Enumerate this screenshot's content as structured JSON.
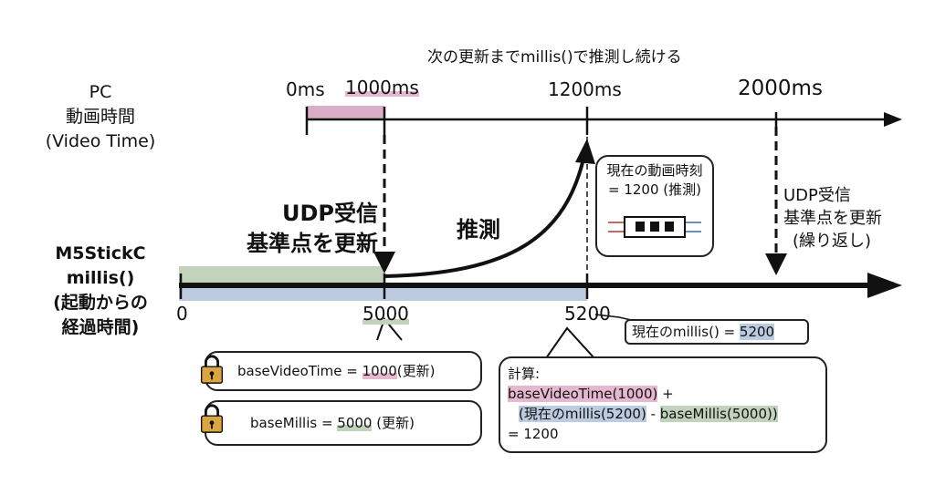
{
  "title": "次の更新までmillis()で推測し続ける",
  "pc_label": {
    "line1": "PC",
    "line2": "動画時間",
    "line3": "(Video Time)"
  },
  "m5_label": {
    "line1": "M5StickC",
    "line2": "millis()",
    "line3": "(起動からの",
    "line4": "経過時間)"
  },
  "pc_ticks": [
    "0ms",
    "1000ms",
    "1200ms",
    "2000ms"
  ],
  "m5_ticks": [
    "0",
    "5000",
    "5200"
  ],
  "udp_main": {
    "line1": "UDP受信",
    "line2": "基準点を更新"
  },
  "estimate_label": "推測",
  "current_box": {
    "line1": "現在の動画時刻",
    "line2": "= 1200 (推測)"
  },
  "udp_repeat": {
    "line1": "UDP受信",
    "line2": "基準点を更新",
    "line3": "(繰り返し)"
  },
  "millis_box": {
    "prefix": "現在のmillis() = ",
    "value": "5200"
  },
  "base_video": {
    "prefix": "baseVideoTime = ",
    "value": "1000",
    "suffix": "(更新)"
  },
  "base_millis": {
    "prefix": "baseMillis = ",
    "value": "5000",
    "suffix": " (更新)"
  },
  "calc": {
    "title": "計算:",
    "term1": "baseVideoTime(1000)",
    "plus": " +",
    "term2": "(現在のmillis(5200)",
    "minus": " - ",
    "term3": "baseMillis(5000))",
    "result": "= 1200"
  },
  "colors": {
    "pink": "#e6b8cf",
    "blue": "#bccbe0",
    "green": "#c2d2bd",
    "lock": "#d9a640"
  }
}
